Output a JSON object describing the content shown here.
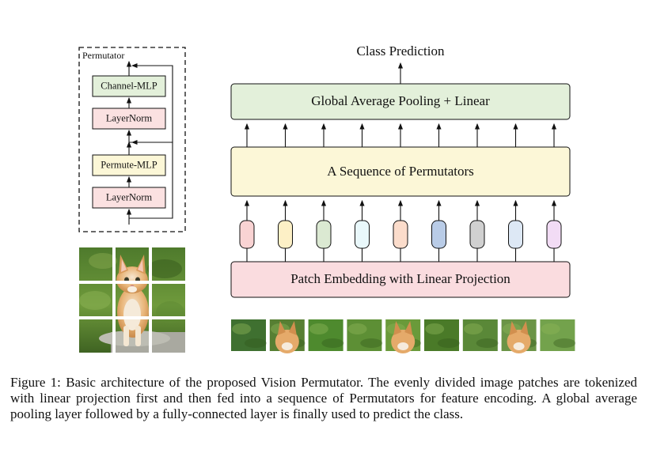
{
  "permutator_block": {
    "title": "Permutator",
    "channel_mlp": "Channel-MLP",
    "layernorm_top": "LayerNorm",
    "permute_mlp": "Permute-MLP",
    "layernorm_bottom": "LayerNorm"
  },
  "main": {
    "class_prediction": "Class Prediction",
    "pooling_linear": "Global Average Pooling + Linear",
    "sequence_of_permutators": "A Sequence of Permutators",
    "patch_embedding": "Patch Embedding with Linear Projection"
  },
  "token_colors": [
    "#f9d3d3",
    "#fdf0c6",
    "#dbe9d2",
    "#e9f8fb",
    "#fbdccb",
    "#b9cce7",
    "#d0d0d0",
    "#dde8f5",
    "#f2dcf5"
  ],
  "colors": {
    "pooling_fill": "#e3f0da",
    "sequence_fill": "#fcf7d7",
    "patch_fill": "#fadcdf",
    "layernorm_fill": "#fbe1e1",
    "channel_mlp_fill": "#e3f0da",
    "permute_mlp_fill": "#fcf7d7"
  },
  "caption": "Figure 1: Basic architecture of the proposed Vision Permutator. The evenly divided image patches are tokenized with linear projection first and then fed into a sequence of Permutators for feature encoding. A global average pooling layer followed by a fully-connected layer is finally used to predict the class."
}
